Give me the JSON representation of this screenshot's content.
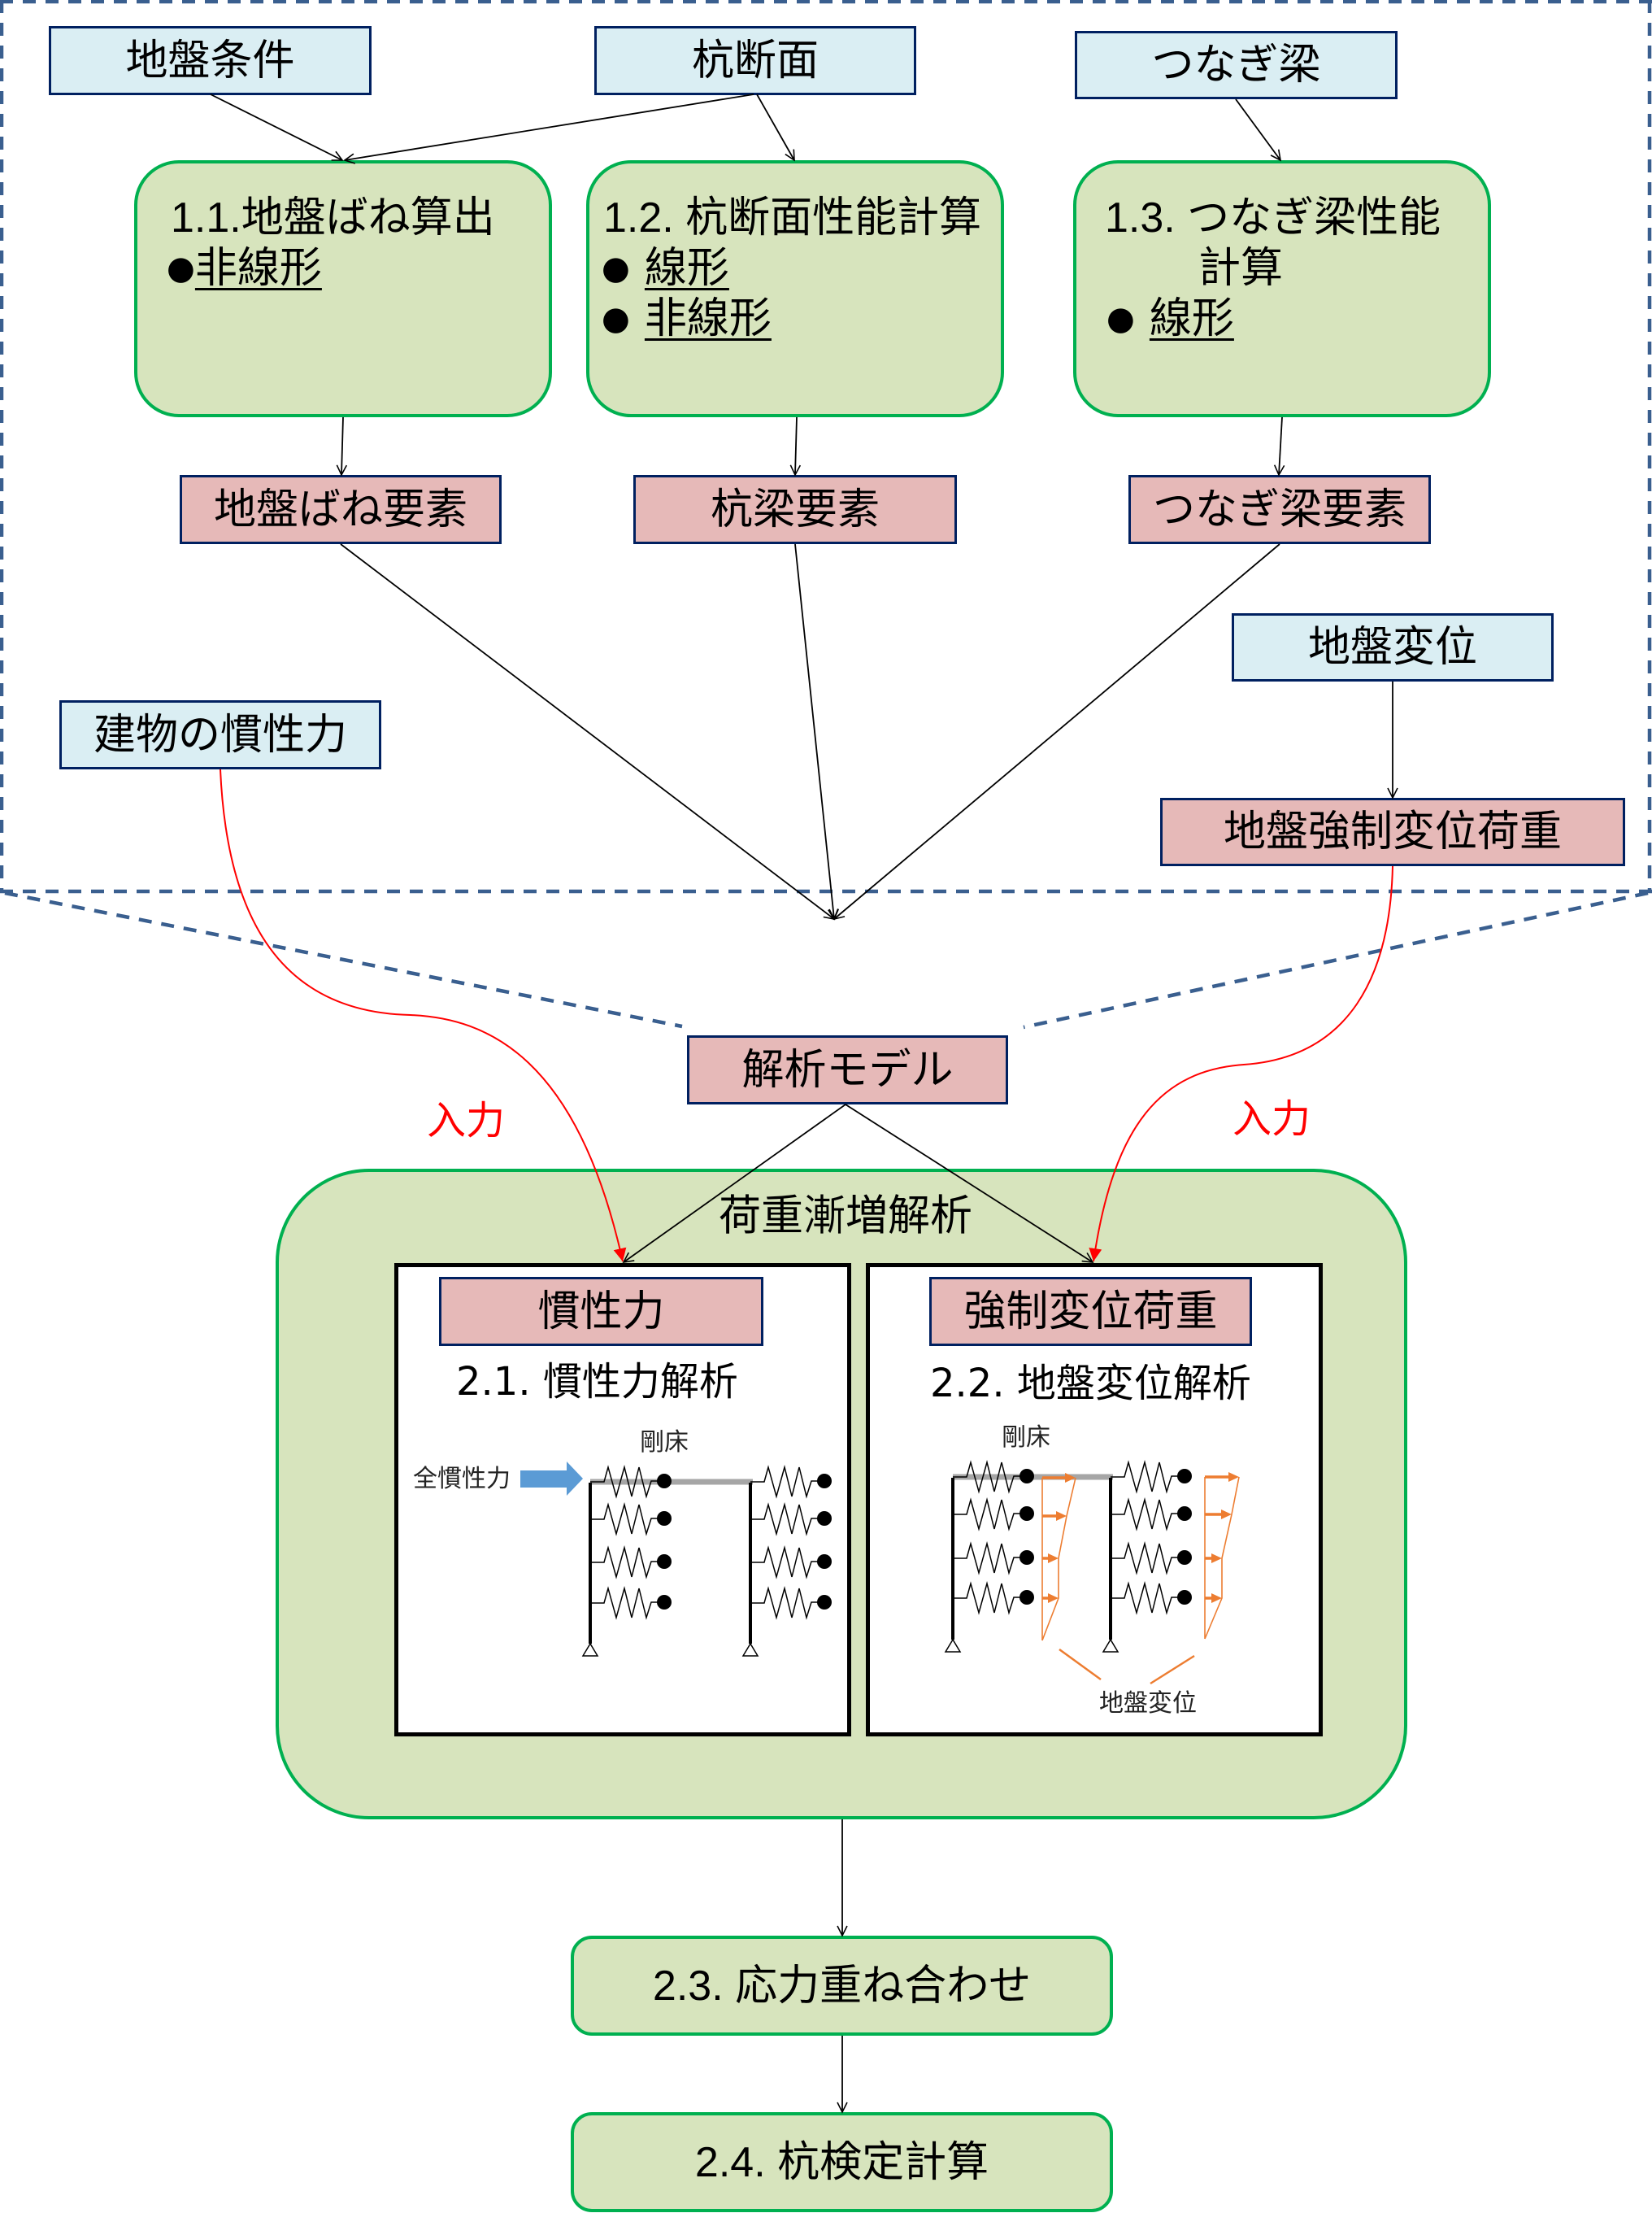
{
  "colors": {
    "input_fill": "#DAEEF3",
    "input_border": "#002060",
    "element_fill": "#E6B9B8",
    "element_border": "#002060",
    "process_fill": "#D7E4BD",
    "process_border": "#00B050",
    "zoom_dash": "#3A5F8F",
    "input_arrow": "#FF0000",
    "inertia_arrow": "#5B9BD5",
    "displacement": "#ED7D31",
    "rigid_floor": "#A6A6A6"
  },
  "inputs": {
    "ground_conditions": "地盤条件",
    "pile_section": "杭断面",
    "tie_beam": "つなぎ梁",
    "ground_displacement": "地盤変位",
    "building_inertia": "建物の慣性力"
  },
  "calculations": [
    {
      "title": [
        "1.1.地盤ばね算出"
      ],
      "bullet": "●",
      "items": [
        "非線形"
      ]
    },
    {
      "title": [
        "1.2. 杭断面性能計算"
      ],
      "bullet": "●",
      "items": [
        "線形",
        "非線形"
      ]
    },
    {
      "title": [
        "1.3. つなぎ梁性能",
        "計算"
      ],
      "bullet": "●",
      "items": [
        "線形"
      ]
    }
  ],
  "elements": {
    "ground_spring": "地盤ばね要素",
    "pile_beam": "杭梁要素",
    "tie_beam": "つなぎ梁要素",
    "forced_displacement_load": "地盤強制変位荷重"
  },
  "analysis_model": "解析モデル",
  "input_labels": [
    "入力",
    "入力"
  ],
  "pushover": {
    "title": "荷重漸増解析",
    "inertia": {
      "load": "慣性力",
      "title": "2.1. 慣性力解析",
      "rigid_floor": "剛床",
      "force_label": "全慣性力"
    },
    "displacement": {
      "load": "強制変位荷重",
      "title": "2.2. 地盤変位解析",
      "rigid_floor": "剛床",
      "ground_disp_label": "地盤変位"
    }
  },
  "post_steps": [
    "2.3. 応力重ね合わせ",
    "2.4. 杭検定計算"
  ]
}
